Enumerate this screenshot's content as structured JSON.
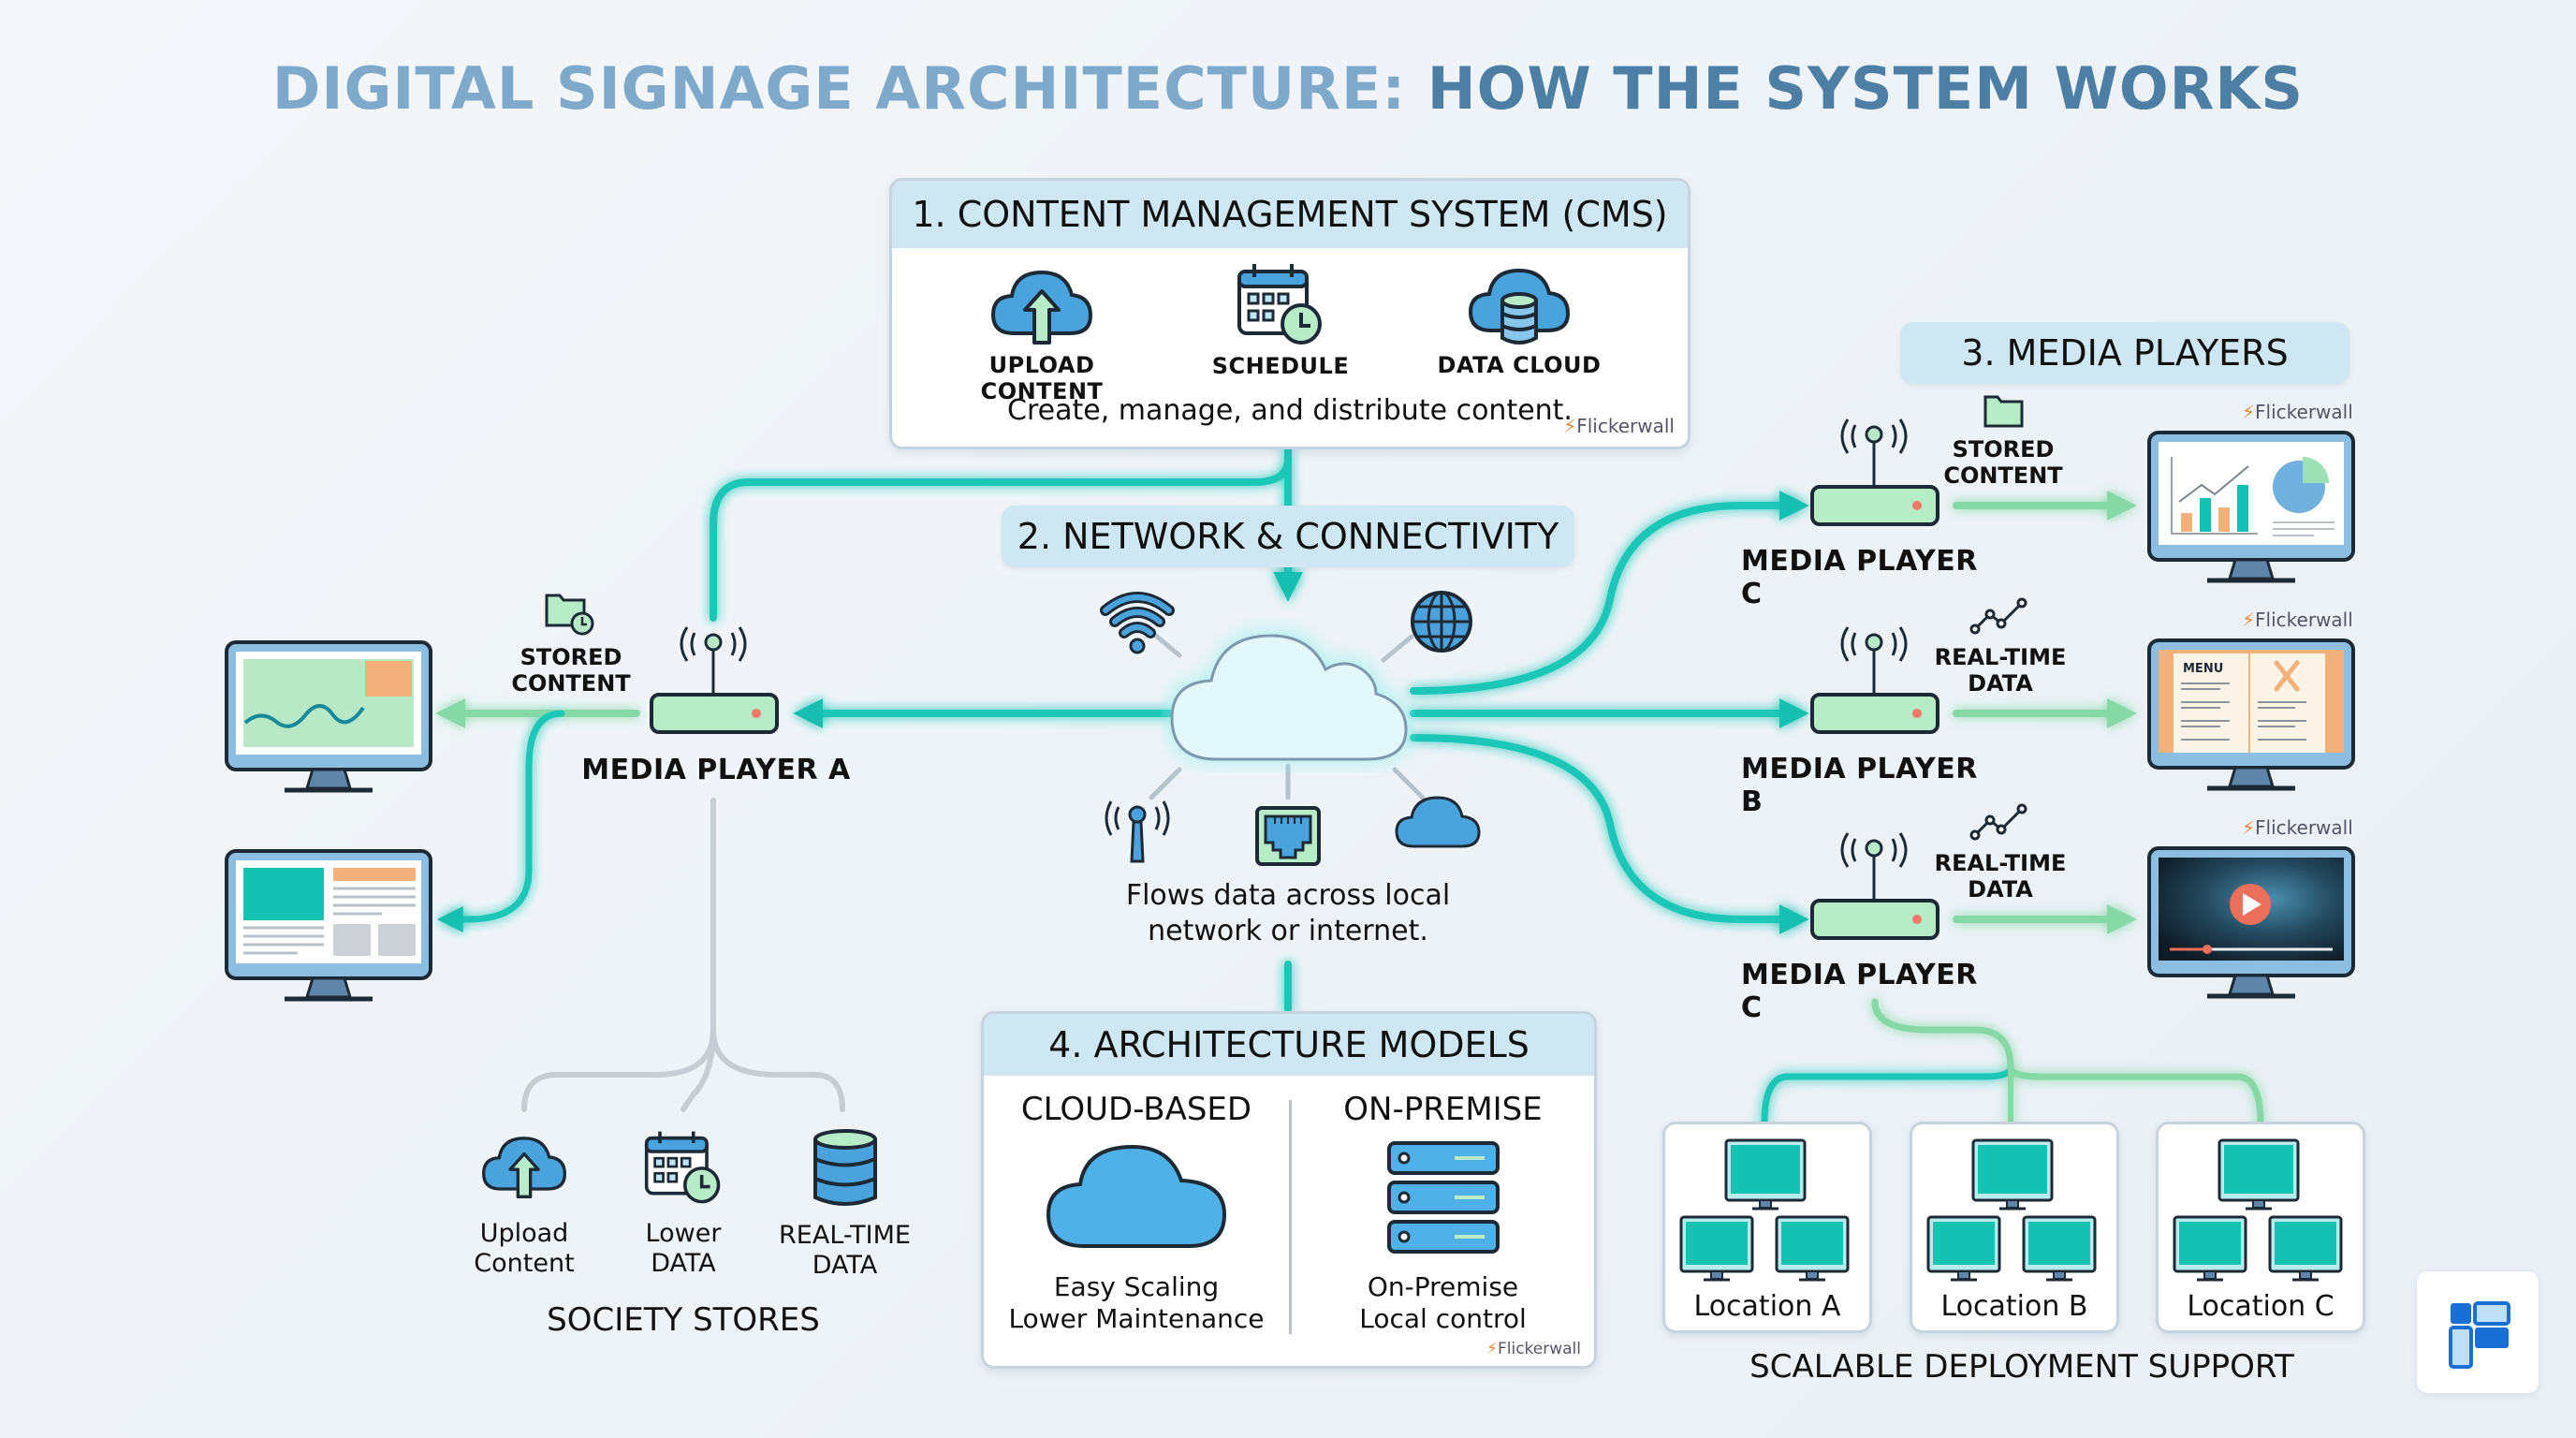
{
  "title": {
    "part1": "DIGITAL SIGNAGE ARCHITECTURE:",
    "part2": "HOW THE SYSTEM WORKS"
  },
  "colors": {
    "title_light": "#7fa9cb",
    "title_dark": "#4d7fa5",
    "teal": "#1fc7b8",
    "green": "#7fd6a0",
    "blue_icon": "#4aa3dc",
    "header_fill": "#cfe6f3"
  },
  "cms": {
    "header": "1. CONTENT MANAGEMENT SYSTEM (CMS)",
    "items": [
      {
        "icon": "cloud-upload-icon",
        "label": "UPLOAD CONTENT"
      },
      {
        "icon": "calendar-clock-icon",
        "label": "SCHEDULE"
      },
      {
        "icon": "cloud-database-icon",
        "label": "DATA CLOUD"
      }
    ],
    "description": "Create, manage, and distribute content.",
    "watermark": "Flickerwall"
  },
  "network": {
    "header": "2. NETWORK & CONNECTIVITY",
    "icons": [
      "wifi-icon",
      "globe-icon",
      "antenna-icon",
      "ethernet-port-icon",
      "cloud-icon"
    ],
    "description_line1": "Flows data across local",
    "description_line2": "network or internet."
  },
  "media_players": {
    "header": "3. MEDIA PLAYERS",
    "players": [
      {
        "name": "MEDIA PLAYER C",
        "data_label_1": "STORED",
        "data_label_2": "CONTENT",
        "data_icon": "folder-icon",
        "screen": "analytics-dashboard",
        "watermark": "Flickerwall"
      },
      {
        "name": "MEDIA PLAYER B",
        "data_label_1": "REAL-TIME",
        "data_label_2": "DATA",
        "data_icon": "data-graph-icon",
        "screen": "restaurant-menu",
        "screen_text": "MENU",
        "watermark": "Flickerwall"
      },
      {
        "name": "MEDIA PLAYER C",
        "data_label_1": "REAL-TIME",
        "data_label_2": "DATA",
        "data_icon": "data-graph-icon",
        "screen": "video-player",
        "watermark": "Flickerwall"
      }
    ]
  },
  "player_a": {
    "name": "MEDIA PLAYER A",
    "data_label_1": "STORED",
    "data_label_2": "CONTENT",
    "data_icon": "folder-clock-icon",
    "screens": [
      "chart-display",
      "article-layout"
    ]
  },
  "stores": {
    "title": "SOCIETY STORES",
    "items": [
      {
        "icon": "cloud-upload-icon",
        "label_1": "Upload",
        "label_2": "Content"
      },
      {
        "icon": "calendar-clock-icon",
        "label_1": "Lower",
        "label_2": "DATA"
      },
      {
        "icon": "database-icon",
        "label_1": "REAL-TIME",
        "label_2": "DATA"
      }
    ]
  },
  "architecture": {
    "header": "4. ARCHITECTURE MODELS",
    "models": [
      {
        "title": "CLOUD-BASED",
        "icon": "cloud-icon",
        "line1": "Easy Scaling",
        "line2": "Lower Maintenance"
      },
      {
        "title": "ON-PREMISE",
        "icon": "server-rack-icon",
        "line1": "On-Premise",
        "line2": "Local control"
      }
    ],
    "watermark": "Flickerwall"
  },
  "deployment": {
    "title": "SCALABLE DEPLOYMENT SUPPORT",
    "locations": [
      "Location A",
      "Location B",
      "Location C"
    ]
  },
  "logo": {
    "name": "flickerwall-logo"
  }
}
